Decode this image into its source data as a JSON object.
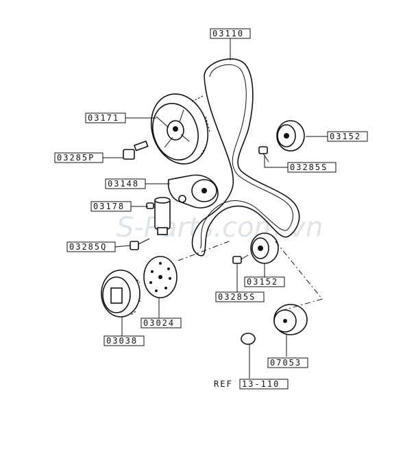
{
  "watermark": "S-Parts.com.vn",
  "ref_prefix": "REF",
  "ref_code": "13-110",
  "labels": {
    "belt": "03110",
    "cam_sprocket": "03171",
    "bolt_top_left": "03285P",
    "idler_top": "03152",
    "bolt_idler_top": "03285S",
    "tensioner_arm": "03148",
    "auto_tensioner": "03178",
    "bolt_mid_left": "03285Q",
    "idler_bottom": "03152",
    "bolt_idler_bottom": "03285S",
    "crank_plate": "03024",
    "crank_sprocket": "03038",
    "balancer_sprocket": "07053"
  }
}
